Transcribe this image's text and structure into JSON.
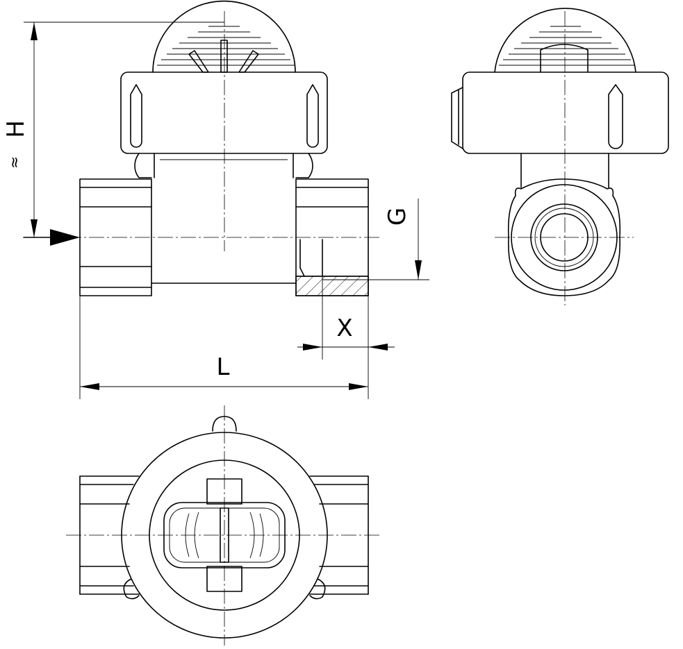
{
  "labels": {
    "height": "H",
    "approx": "≈",
    "thread": "G",
    "engagement": "X",
    "length": "L"
  }
}
